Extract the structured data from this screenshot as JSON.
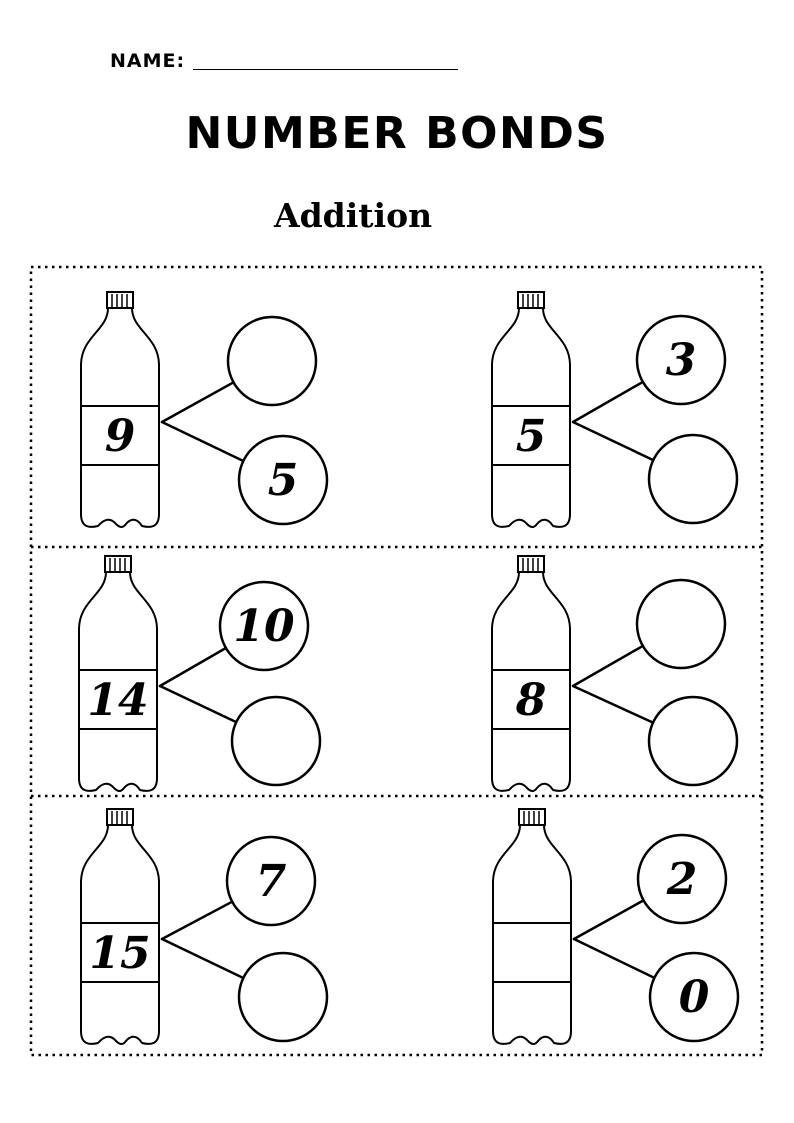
{
  "header": {
    "name_label": "NAME:",
    "title": "NUMBER BONDS",
    "subtitle": "Addition"
  },
  "problems": [
    {
      "whole": "9",
      "top": "",
      "bottom": "5"
    },
    {
      "whole": "5",
      "top": "3",
      "bottom": ""
    },
    {
      "whole": "14",
      "top": "10",
      "bottom": ""
    },
    {
      "whole": "8",
      "top": "",
      "bottom": ""
    },
    {
      "whole": "15",
      "top": "7",
      "bottom": ""
    },
    {
      "whole": "",
      "top": "2",
      "bottom": "0"
    }
  ]
}
